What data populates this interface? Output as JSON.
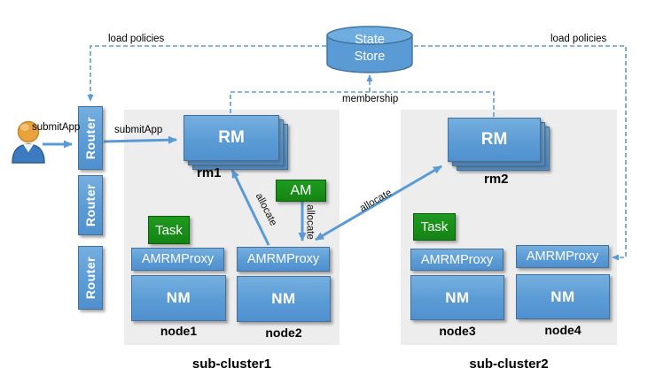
{
  "colors": {
    "box_blue": "#5b9bd5",
    "box_blue_border": "#41719c",
    "green": "#148414",
    "gray_bg": "#ededed",
    "arrow_blue": "#5b9bd5",
    "cylinder_top": "#6face0"
  },
  "labels": {
    "load_policies_left": "load policies",
    "load_policies_right": "load policies",
    "membership": "membership",
    "submit_app_user": "submitApp",
    "submit_app_router": "submitApp"
  },
  "state_store": {
    "line1": "State",
    "line2": "Store"
  },
  "routers": [
    {
      "label": "Router"
    },
    {
      "label": "Router"
    },
    {
      "label": "Router"
    }
  ],
  "cluster1": {
    "name": "sub-cluster1",
    "rm": {
      "label": "RM",
      "name": "rm1"
    },
    "am": {
      "label": "AM"
    },
    "task": {
      "label": "Task"
    },
    "allocate_to_rm1": "allocate",
    "allocate_am": "allocate",
    "allocate_to_rm2": "allocate",
    "nodes": [
      {
        "proxy": "AMRMProxy",
        "nm": "NM",
        "name": "node1"
      },
      {
        "proxy": "AMRMProxy",
        "nm": "NM",
        "name": "node2"
      }
    ]
  },
  "cluster2": {
    "name": "sub-cluster2",
    "rm": {
      "label": "RM",
      "name": "rm2"
    },
    "task": {
      "label": "Task"
    },
    "nodes": [
      {
        "proxy": "AMRMProxy",
        "nm": "NM",
        "name": "node3"
      },
      {
        "proxy": "AMRMProxy",
        "nm": "NM",
        "name": "node4"
      }
    ]
  }
}
